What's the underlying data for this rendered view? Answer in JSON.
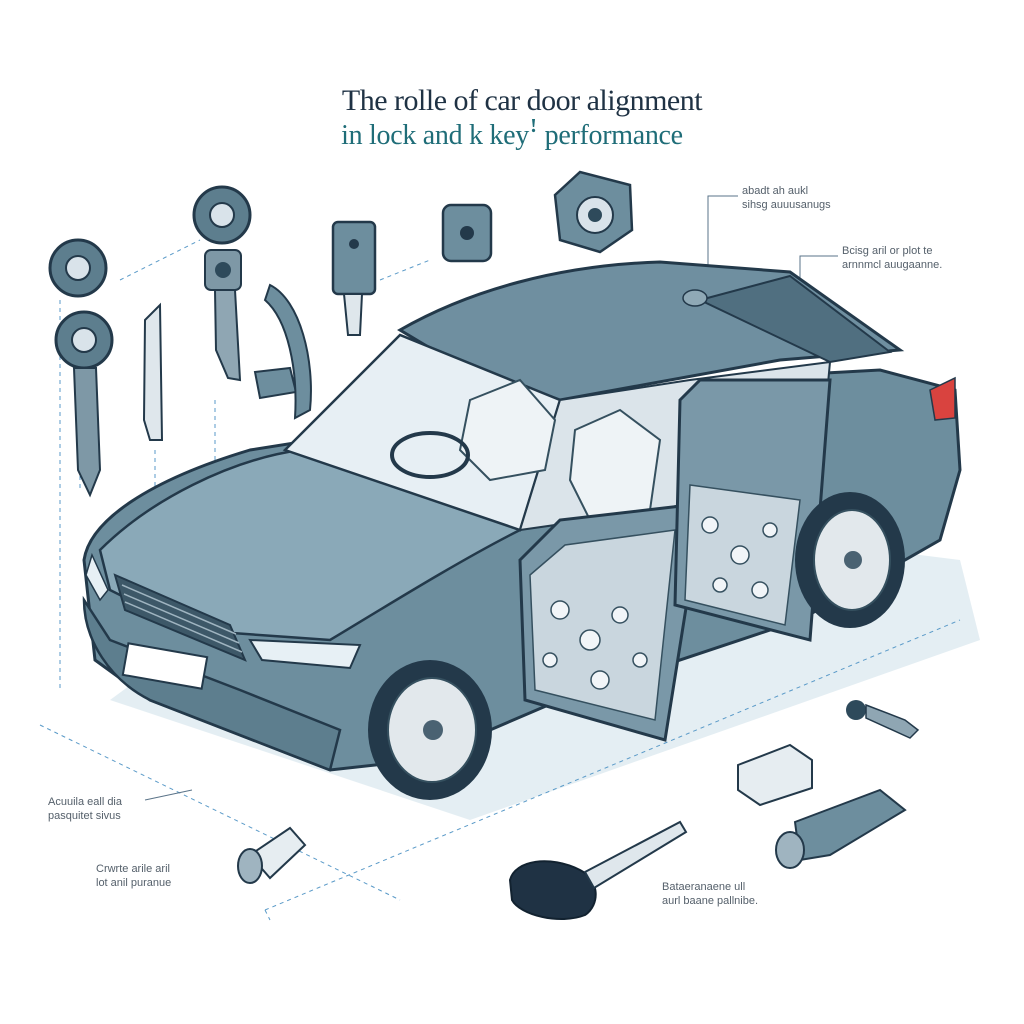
{
  "title": {
    "line1": "The rolle of car door alignment",
    "line2": "in lock  and k keyꜝ  performance"
  },
  "callouts": {
    "top_right": {
      "line1": "abadt ah aukl",
      "line2": "sihsg auuusanugs"
    },
    "mid_right": {
      "line1": "Bcisg aril or plot te",
      "line2": "arnnmcl auugaanne."
    },
    "left_a": {
      "line1": "Acuuila eall dia",
      "line2": "pasquitet sivus"
    },
    "left_b": {
      "line1": "Crwrte arile aril",
      "line2": "lot anil puranue"
    },
    "bottom": {
      "line1": "Bataeranaene ull",
      "line2": "aurl baane pallnibe."
    }
  },
  "colors": {
    "car_body": "#5b7d8e",
    "car_dark": "#2e4a5b",
    "accent_teal": "#1f6d78",
    "shadow": "#d8e6ee",
    "callout_line": "#4a90c4",
    "tail_light": "#d9433f"
  },
  "icons": [
    "round-key-icon",
    "blade-key-icon",
    "lock-cylinder-icon",
    "lock-actuator-icon",
    "door-latch-icon",
    "key-fob-icon"
  ]
}
